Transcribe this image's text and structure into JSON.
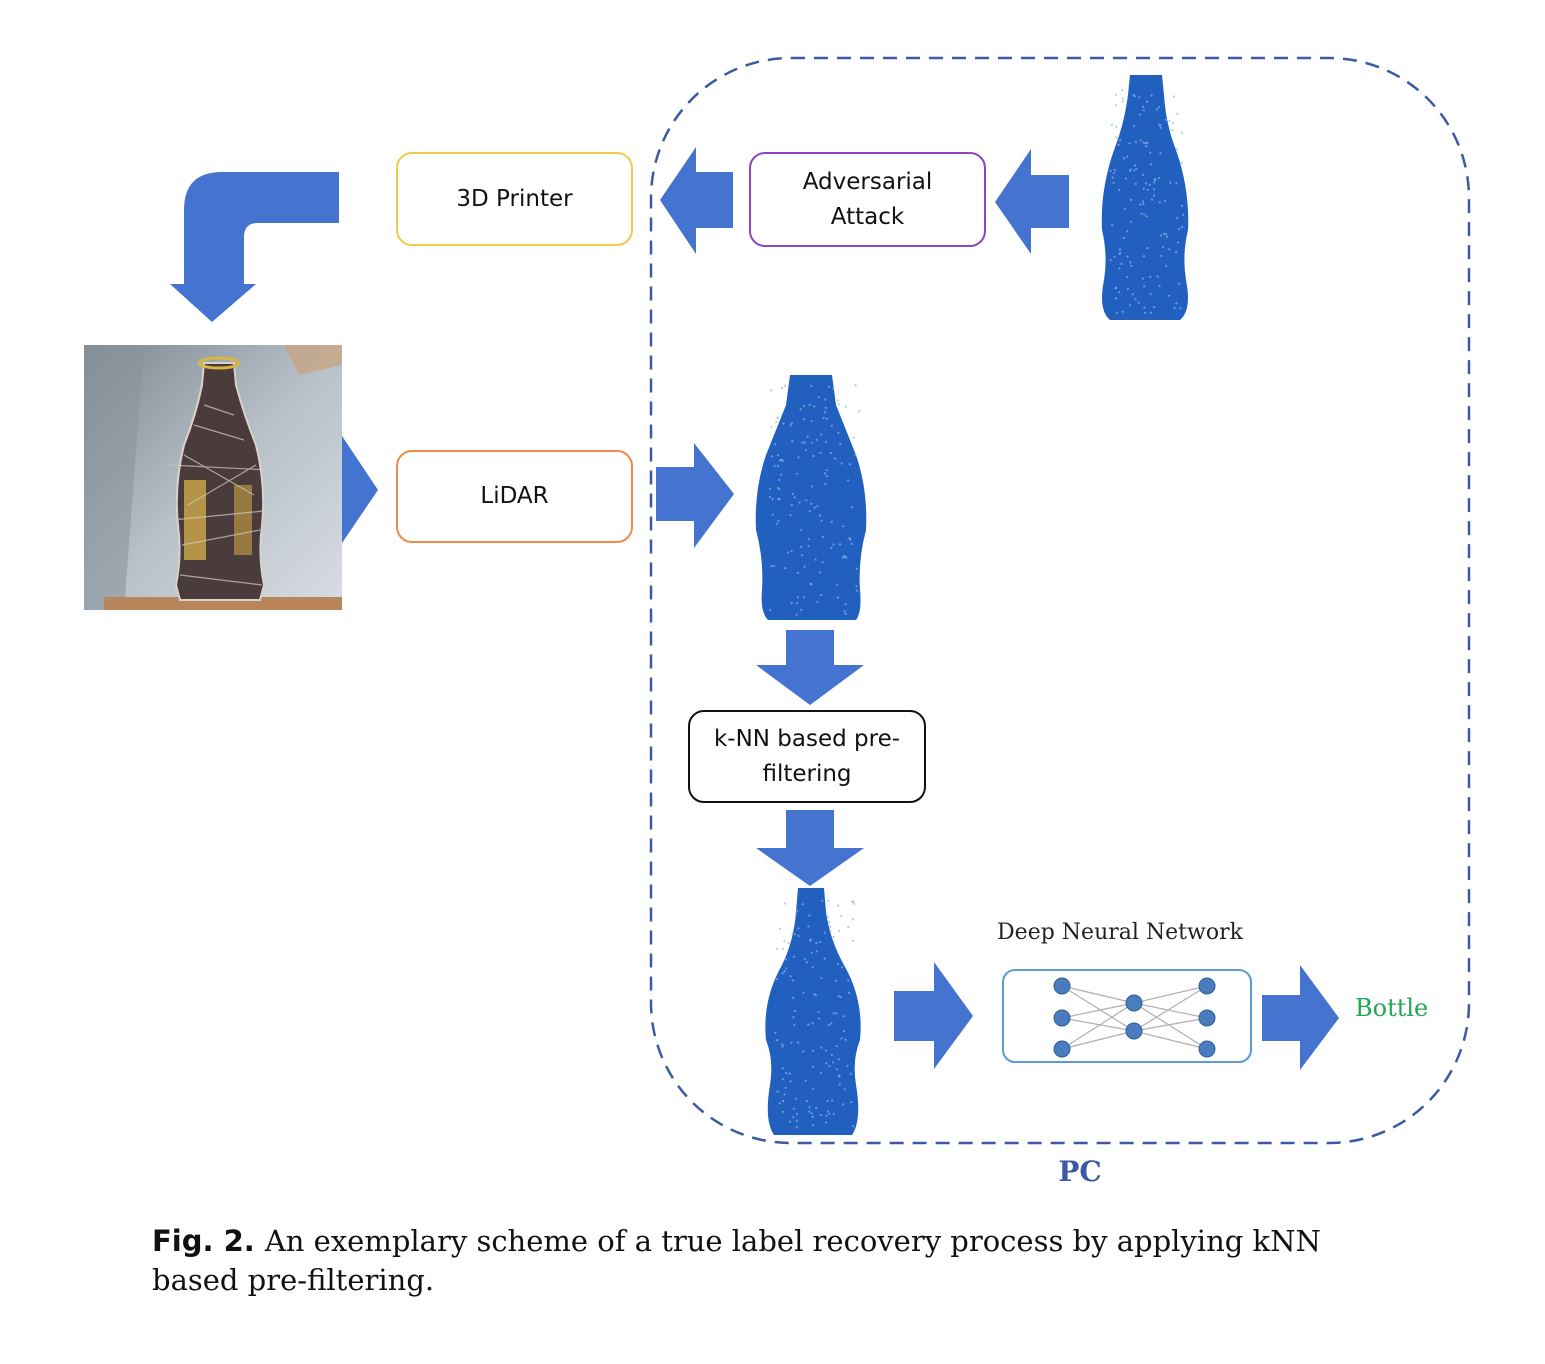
{
  "colors": {
    "arrow": "#4573d0",
    "point_cloud": "#2260c0",
    "pc_border": "#3b5aa5",
    "printer_border": "#f2c94c",
    "attack_border": "#8e44c0",
    "lidar_border": "#f08a4b",
    "knn_border": "#111111",
    "dnn_border": "#5b9bd5",
    "output_text": "#1fa84f"
  },
  "boxes": {
    "printer": "3D Printer",
    "attack": [
      "Adversarial",
      "Attack"
    ],
    "lidar": "LiDAR",
    "knn": [
      "k-NN based pre-",
      "filtering"
    ]
  },
  "dnn": {
    "title": "Deep Neural Network"
  },
  "output_label": "Bottle",
  "container_label": "PC",
  "caption": {
    "label": "Fig. 2.",
    "text": "An exemplary scheme of a true label recovery process by applying kNN based pre-filtering."
  },
  "icons": [
    "curved-down-arrow-icon",
    "right-arrow-icon",
    "left-arrow-icon",
    "down-arrow-icon"
  ]
}
